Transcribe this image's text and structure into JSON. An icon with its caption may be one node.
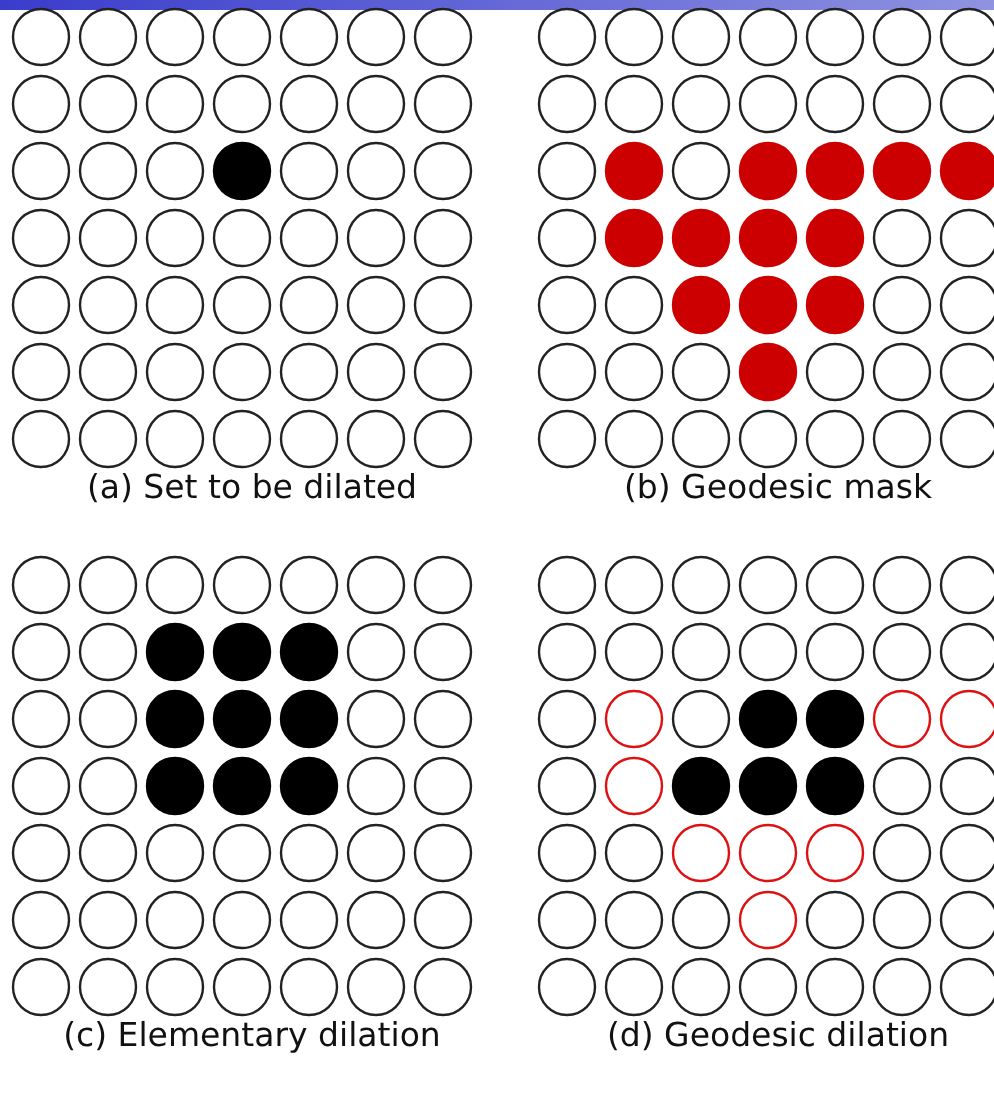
{
  "diagram": {
    "labels": [
      "(a) Set to be dilated",
      "(b) Geodesic mask",
      "(c) Elementary dilation",
      "(d) Geodesic dilation"
    ]
  }
}
